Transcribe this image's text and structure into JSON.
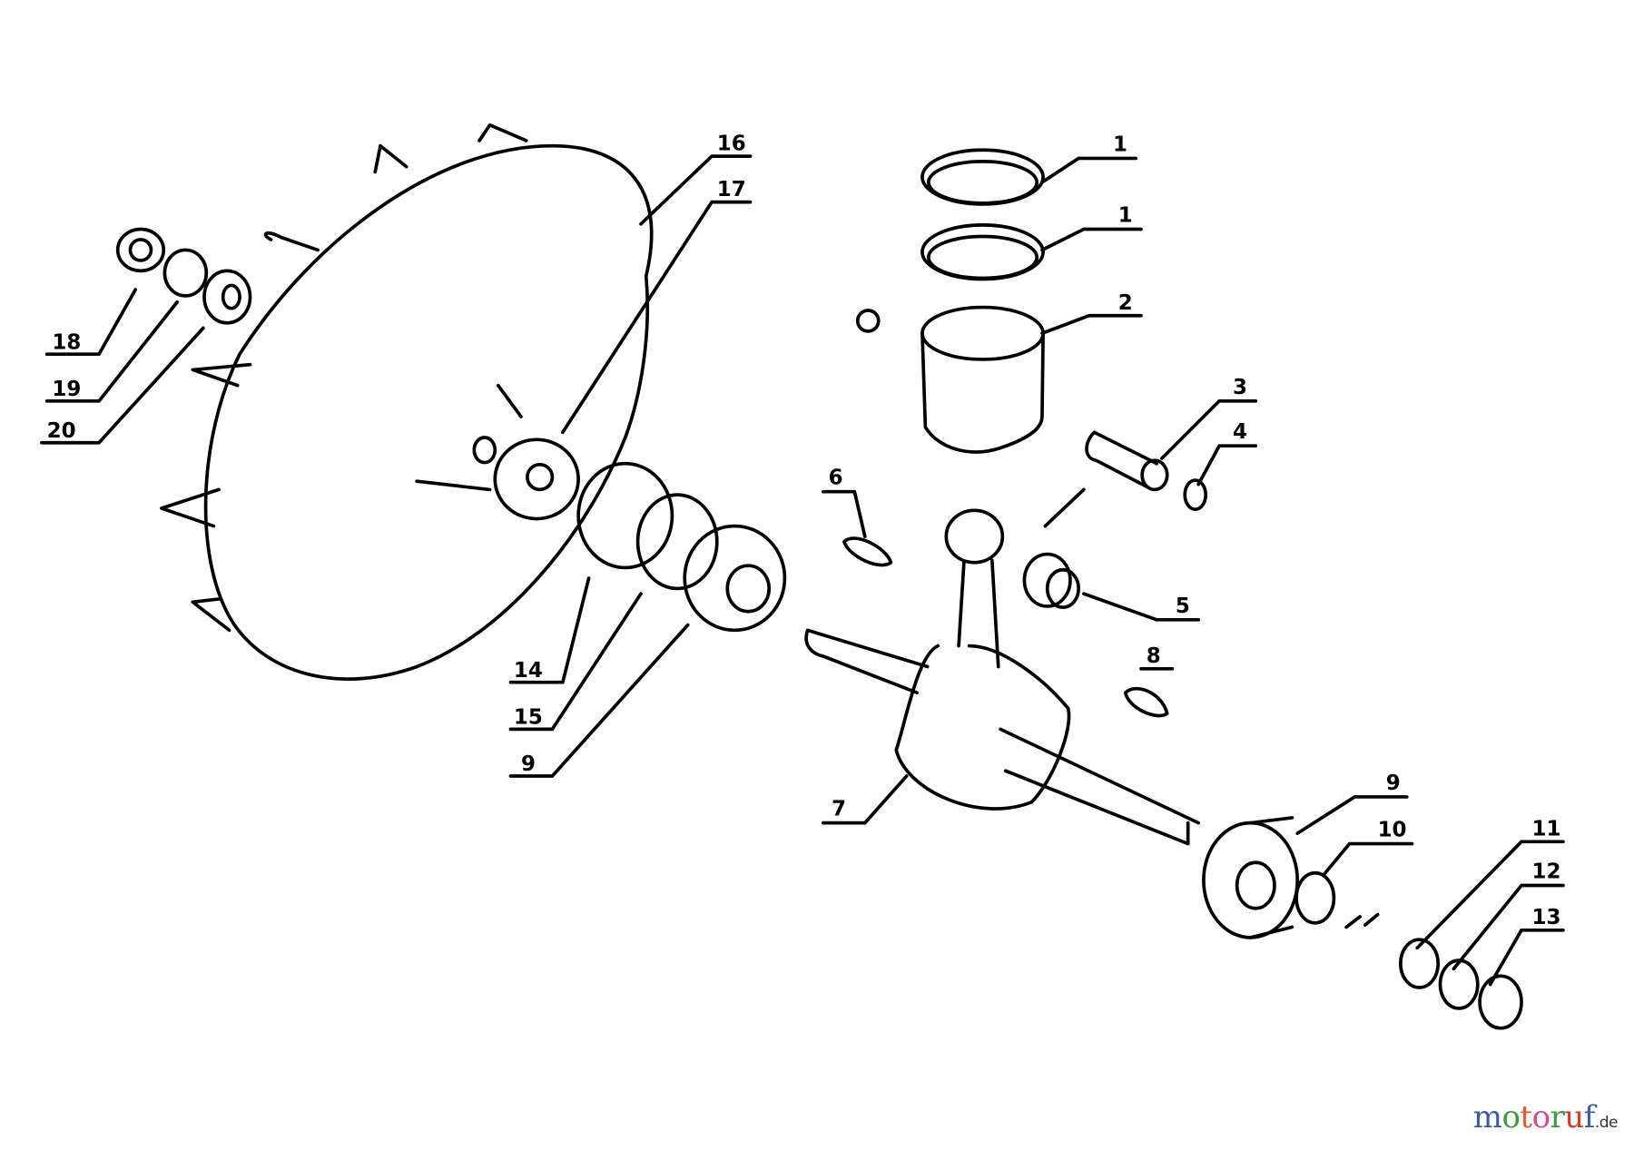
{
  "diagram": {
    "labels": [
      {
        "id": "l16",
        "text": "16"
      },
      {
        "id": "l17",
        "text": "17"
      },
      {
        "id": "l1a",
        "text": "1"
      },
      {
        "id": "l1b",
        "text": "1"
      },
      {
        "id": "l2",
        "text": "2"
      },
      {
        "id": "l3",
        "text": "3"
      },
      {
        "id": "l4",
        "text": "4"
      },
      {
        "id": "l6",
        "text": "6"
      },
      {
        "id": "l5",
        "text": "5"
      },
      {
        "id": "l8",
        "text": "8"
      },
      {
        "id": "l7",
        "text": "7"
      },
      {
        "id": "l9r",
        "text": "9"
      },
      {
        "id": "l10",
        "text": "10"
      },
      {
        "id": "l11",
        "text": "11"
      },
      {
        "id": "l12",
        "text": "12"
      },
      {
        "id": "l13",
        "text": "13"
      },
      {
        "id": "l14",
        "text": "14"
      },
      {
        "id": "l15",
        "text": "15"
      },
      {
        "id": "l9l",
        "text": "9"
      },
      {
        "id": "l18",
        "text": "18"
      },
      {
        "id": "l19",
        "text": "19"
      },
      {
        "id": "l20",
        "text": "20"
      }
    ]
  },
  "watermark": {
    "text": "motoruf",
    "suffix": ".de",
    "colors": [
      "#3b5ba8",
      "#3e9a3e",
      "#e0602c",
      "#d94a8c",
      "#3e9a3e",
      "#d83a2a",
      "#3b5ba8",
      "#e8b020"
    ]
  }
}
